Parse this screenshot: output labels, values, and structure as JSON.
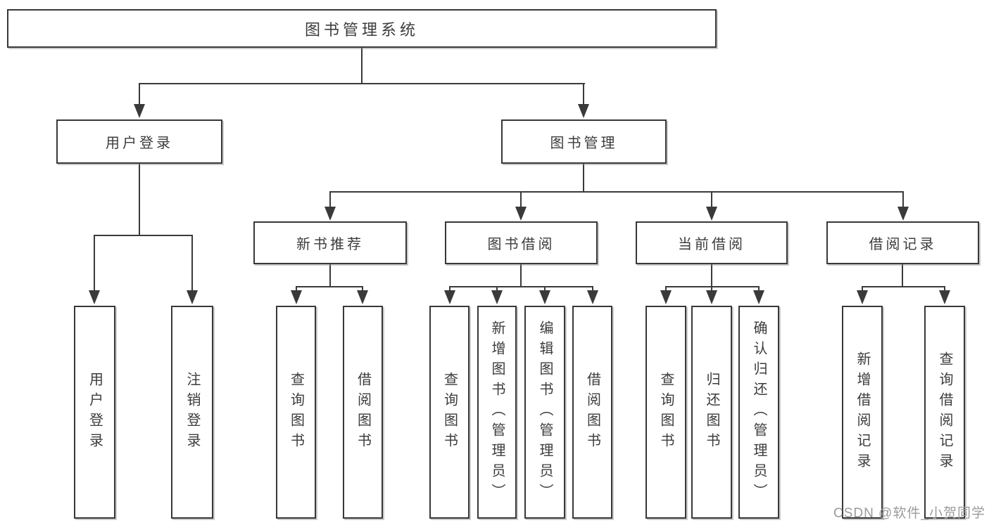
{
  "diagram": {
    "title_node": "图书管理系统",
    "level2": [
      {
        "label": "用户登录"
      },
      {
        "label": "图书管理"
      }
    ],
    "level3": [
      {
        "label": "新书推荐"
      },
      {
        "label": "图书借阅"
      },
      {
        "label": "当前借阅"
      },
      {
        "label": "借阅记录"
      }
    ],
    "leaves_user_login": [
      {
        "label": "用户登录"
      },
      {
        "label": "注销登录"
      }
    ],
    "leaves_new_books": [
      {
        "label": "查询图书"
      },
      {
        "label": "借阅图书"
      }
    ],
    "leaves_book_borrow": [
      {
        "label": "查询图书"
      },
      {
        "label": "新增图书（管理员）"
      },
      {
        "label": "编辑图书（管理员）"
      },
      {
        "label": "借阅图书"
      }
    ],
    "leaves_current_borrow": [
      {
        "label": "查询图书"
      },
      {
        "label": "归还图书"
      },
      {
        "label": "确认归还（管理员）"
      }
    ],
    "leaves_borrow_records": [
      {
        "label": "新增借阅记录"
      },
      {
        "label": "查询借阅记录"
      }
    ]
  },
  "watermark": {
    "text": "CSDN @软件_小贺同学"
  },
  "colors": {
    "line": "#3a3a3a",
    "box_border": "#383838",
    "text": "#3c3c3c",
    "watermark_text": "#9b9b9b",
    "background": "#ffffff"
  }
}
